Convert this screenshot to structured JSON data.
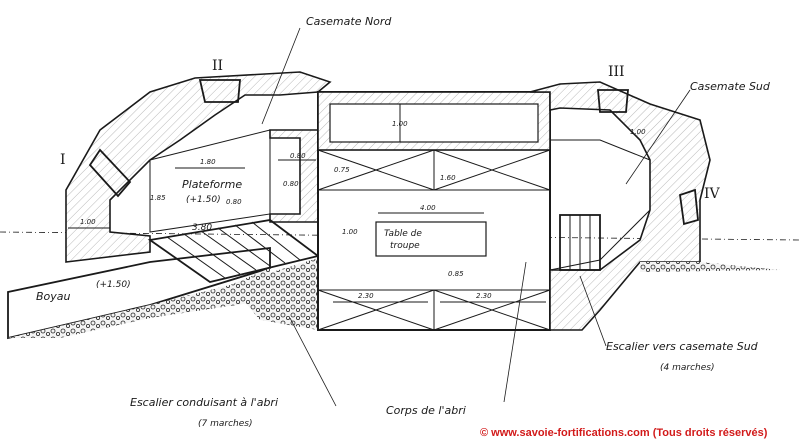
{
  "labels": {
    "casemate_nord": "Casemate Nord",
    "casemate_sud": "Casemate Sud",
    "plateforme": "Plateforme",
    "plateforme_level": "(+1.50)",
    "boyau": "Boyau",
    "boyau_level": "(+1.50)",
    "table_line1": "Table de",
    "table_line2": "troupe",
    "escalier_abri": "Escalier conduisant à l'abri",
    "escalier_abri_steps": "(7 marches)",
    "escalier_sud": "Escalier vers casemate Sud",
    "escalier_sud_steps": "(4 marches)",
    "corps": "Corps de l'abri"
  },
  "roman_numerals": [
    "I",
    "II",
    "III",
    "IV"
  ],
  "dimensions": {
    "d1_00_left": "1.00",
    "d1_80": "1.80",
    "d0_80_a": "0.80",
    "d0_80_b": "0.80",
    "d3_80": "3.80",
    "d1_85": "1.85",
    "d1_00_top": "1.00",
    "d0_75": "0.75",
    "d4_00": "4.00",
    "d1_00_table": "1.00",
    "d0_85": "0.85",
    "d2_30_a": "2.30",
    "d2_30_b": "2.30",
    "d1_00_right": "1.00",
    "d0_80_c": "0.80",
    "d1_60": "1.60"
  },
  "copyright": "© www.savoie-fortifications.com (Tous droits réservés)",
  "colors": {
    "ink": "#1a1a1a",
    "copyright": "#d21a1a",
    "paper": "#ffffff"
  }
}
